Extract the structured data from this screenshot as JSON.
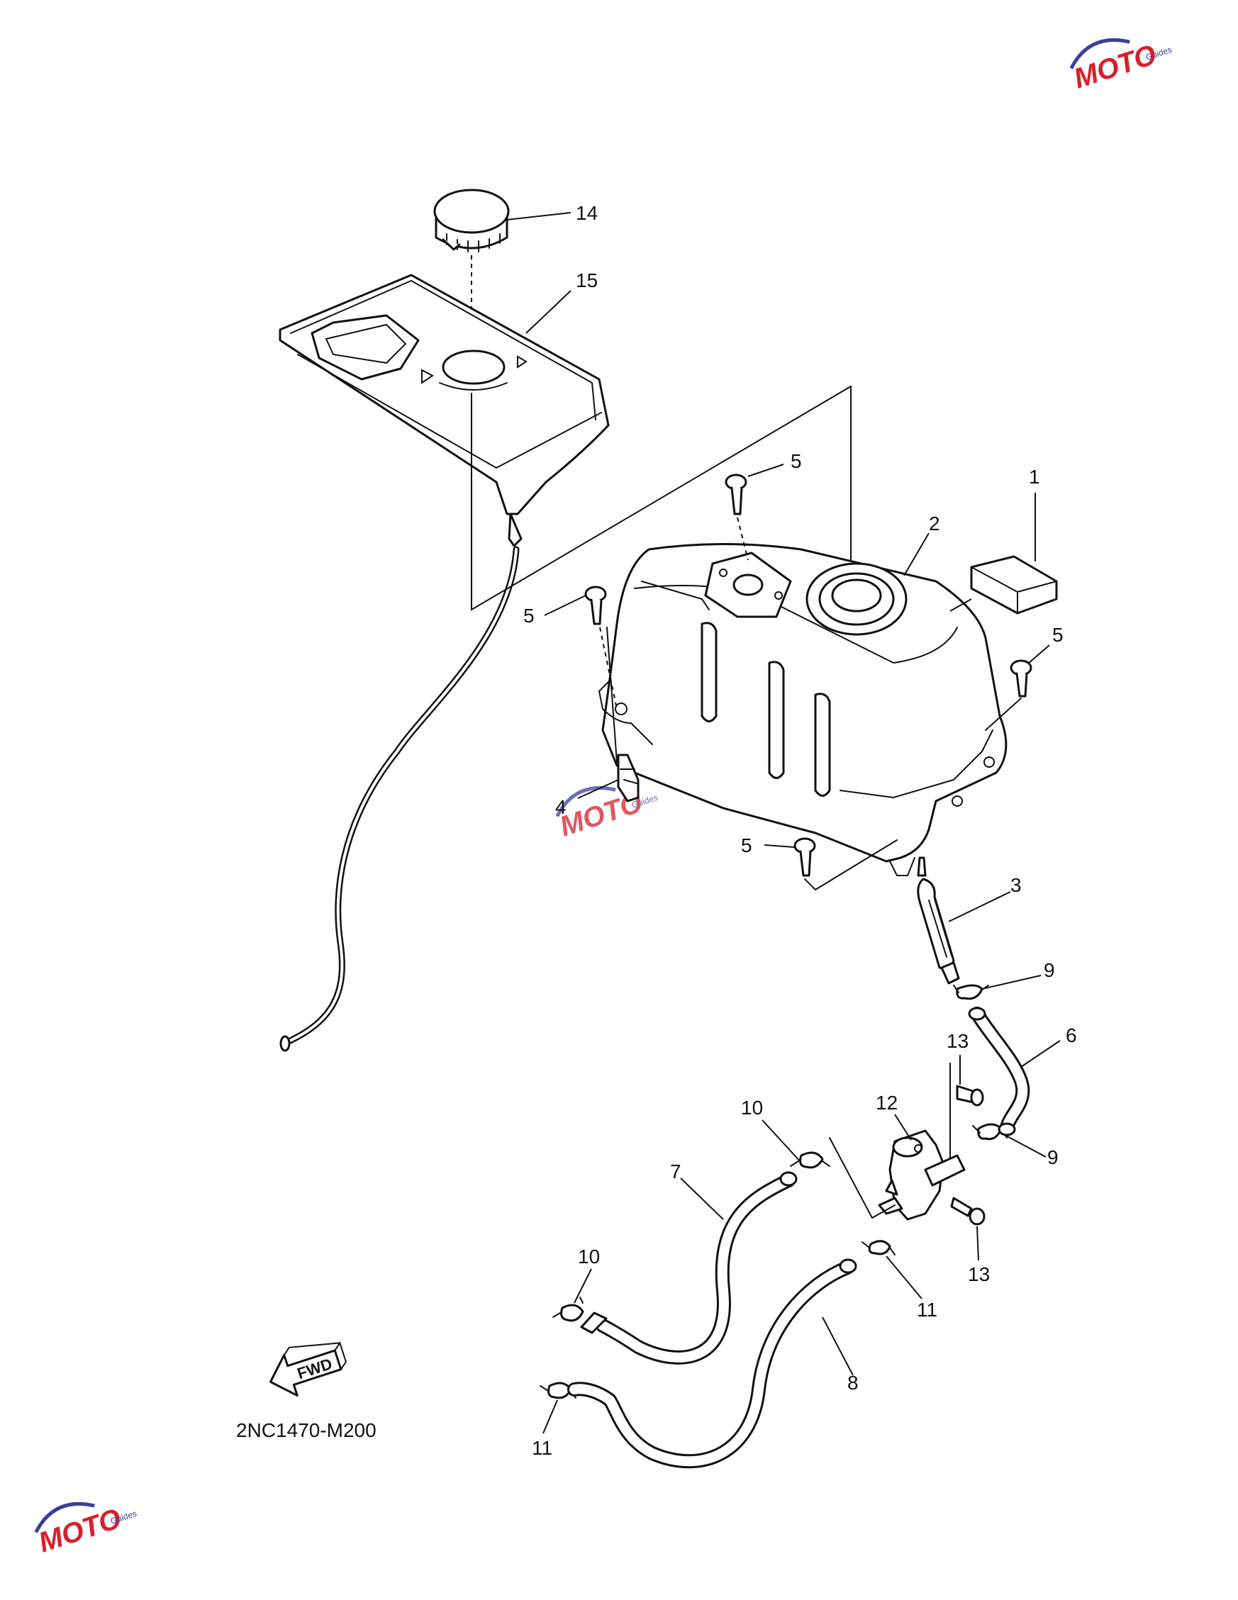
{
  "callouts": {
    "p1": "1",
    "p2": "2",
    "p3": "3",
    "p4": "4",
    "p5": "5",
    "p6": "6",
    "p7": "7",
    "p8": "8",
    "p9": "9",
    "p10": "10",
    "p11": "11",
    "p12": "12",
    "p13": "13",
    "p14": "14",
    "p15": "15"
  },
  "diagram_code": "2NC1470-M200",
  "fwd_label": "FWD",
  "watermark": {
    "logo_text": "MOTO",
    "sub_text": "Guides",
    "accent_color": "#d81f2a",
    "secondary_color": "#3a3f9a"
  }
}
